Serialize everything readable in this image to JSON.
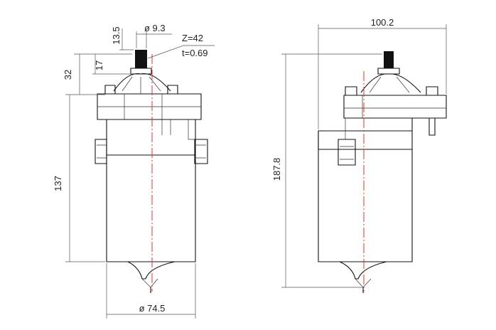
{
  "dimensions": {
    "shaft_diameter": "ø 9.3",
    "shaft_length": "13.5",
    "shaft_height": "17",
    "top_height": "32",
    "gear_teeth": "Z=42",
    "gear_thickness": "t=0.69",
    "body_height": "137",
    "body_diameter": "ø 74.5",
    "overall_width": "100.2",
    "overall_height": "187.8"
  },
  "colors": {
    "line": "#111111",
    "centerline": "#dd3333",
    "dimension": "#555555"
  }
}
